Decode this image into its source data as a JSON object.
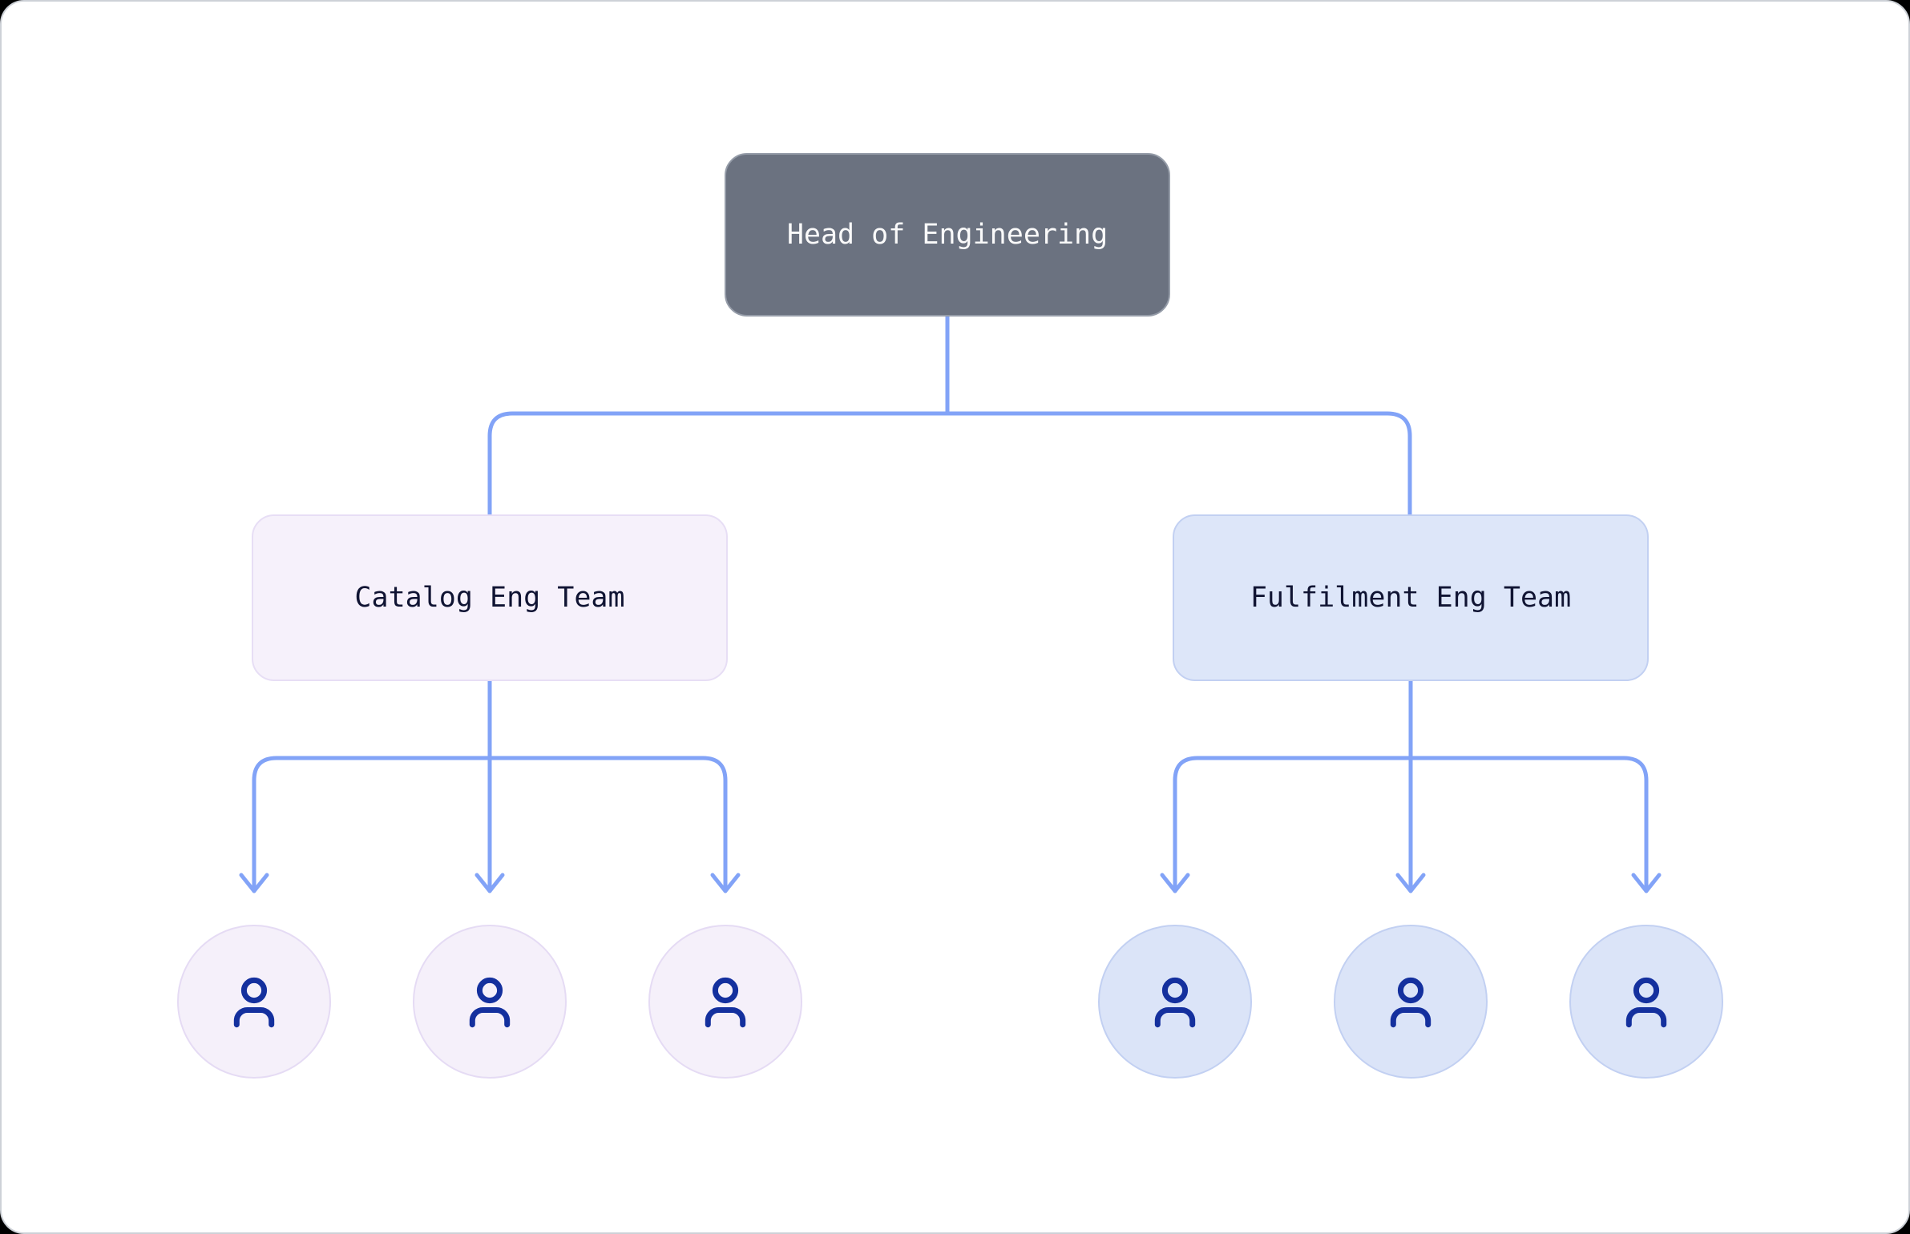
{
  "diagram": {
    "type": "org-chart",
    "root": {
      "label": "Head of Engineering"
    },
    "teams": [
      {
        "label": "Catalog Eng Team",
        "theme": "lavender",
        "member_count": 3
      },
      {
        "label": "Fulfilment Eng Team",
        "theme": "blue",
        "member_count": 3
      }
    ],
    "icons": [
      "user-icon"
    ],
    "colors": {
      "page_background": "#000000",
      "card_background": "#ffffff",
      "card_border": "#cdd1d7",
      "root_fill": "#6b7280",
      "root_border": "#959ca8",
      "root_text": "#fafafa",
      "team_text": "#101433",
      "catalog_fill": "#f6f1fb",
      "catalog_border": "#e7def5",
      "fulfilment_fill": "#dde6f9",
      "fulfilment_border": "#c2d0f2",
      "member_lavender_fill": "#f5f0fa",
      "member_lavender_border": "#e5dbf4",
      "member_blue_fill": "#dbe4f8",
      "member_blue_border": "#c2d0f2",
      "connector": "#82a3f7",
      "person_icon": "#14309e"
    }
  }
}
